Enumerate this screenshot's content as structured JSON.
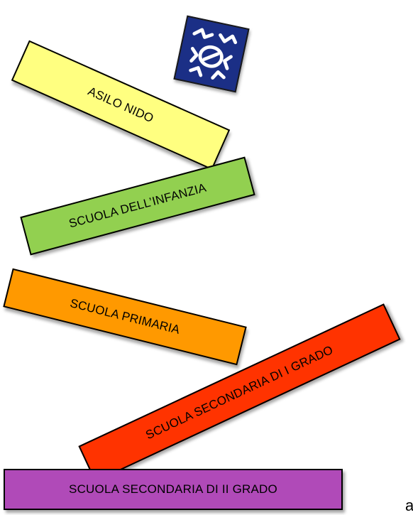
{
  "blocks": [
    {
      "label": "ASILO NIDO",
      "color": "#ffff80"
    },
    {
      "label": "SCUOLA DELL’INFANZIA",
      "color": "#92d050"
    },
    {
      "label": "SCUOLA PRIMARIA",
      "color": "#ff9900"
    },
    {
      "label": "SCUOLA SECONDARIA DI I GRADO",
      "color": "#ff3300"
    },
    {
      "label": "SCUOLA SECONDARIA DI II GRADO",
      "color": "#b04ab8"
    }
  ],
  "logo": {
    "icon": "school-logo-icon",
    "color": "#1b2f86"
  },
  "stray_text": "a"
}
